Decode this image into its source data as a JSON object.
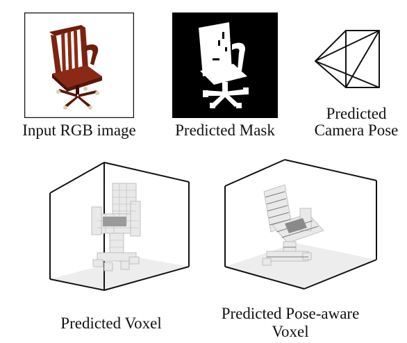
{
  "captions": {
    "input_rgb": "Input RGB image",
    "predicted_mask": "Predicted Mask",
    "camera_pose_line1": "Predicted",
    "camera_pose_line2": "Camera Pose",
    "voxel": "Predicted Voxel",
    "pose_voxel_line1": "Predicted Pose-aware",
    "pose_voxel_line2": "Voxel"
  },
  "colors": {
    "chair_wood": "#8a2a14",
    "chair_wood_dark": "#4a1208",
    "mask_background": "#000000",
    "mask_foreground": "#ffffff",
    "voxel_fill": "#e6e6e6",
    "voxel_edge": "#b5b5b5",
    "box_floor": "#ededed",
    "line": "#111111"
  },
  "icons": {
    "input_image": "office-chair-render-icon",
    "mask": "chair-silhouette-mask-icon",
    "camera": "camera-frustum-icon",
    "voxel": "voxel-chair-icon",
    "pose_voxel": "pose-aware-voxel-chair-icon"
  }
}
